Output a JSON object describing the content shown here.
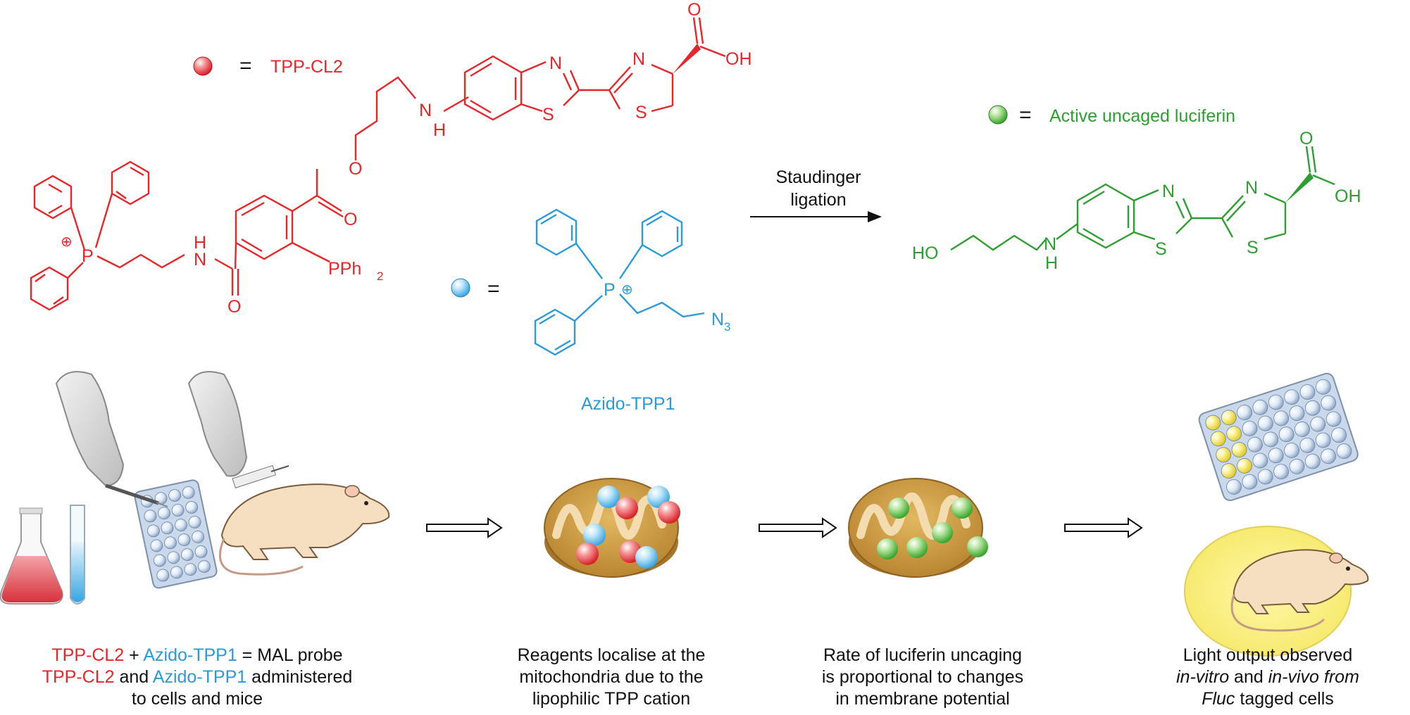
{
  "colors": {
    "red": "#e8262a",
    "blue": "#2a9ad8",
    "green": "#2e9e32",
    "text": "#111111"
  },
  "legend": {
    "red_label": "TPP-CL2",
    "blue_label": "",
    "green_label": "Active uncaged luciferin",
    "equals": "="
  },
  "reaction": {
    "line1": "Staudinger",
    "line2": "ligation"
  },
  "atoms": {
    "N": "N",
    "S": "S",
    "H": "H",
    "O": "O",
    "OH": "OH",
    "HO": "HO",
    "P": "P",
    "plus": "⊕",
    "pph": "PPh",
    "pph_sub": "2",
    "n3": "N",
    "n3_sub": "3"
  },
  "azido_name": "Azido-TPP1",
  "captions": {
    "c1": {
      "a": "TPP-CL2",
      "b": " + ",
      "c": "Azido-TPP1",
      "d": " = MAL probe",
      "e": "TPP-CL2",
      "f": " and ",
      "g": "Azido-TPP1",
      "h": " administered",
      "i": "to cells and mice"
    },
    "c2": {
      "l1": "Reagents localise at the",
      "l2": "mitochondria due to the",
      "l3": "lipophilic TPP cation"
    },
    "c3": {
      "l1": "Rate of luciferin uncaging",
      "l2": "is proportional to changes",
      "l3": "in membrane potential"
    },
    "c4": {
      "l1": "Light output observed",
      "l2a": "in-vitro",
      "l2b": " and ",
      "l2c": "in-vivo from",
      "l3a": "Fluc",
      "l3b": " tagged cells"
    }
  }
}
